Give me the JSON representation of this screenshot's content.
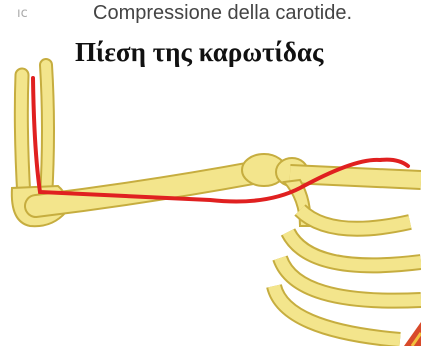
{
  "caption_italian": "Compressione della carotide.",
  "caption_greek": "Πίεση της καρωτίδας",
  "corner_mark": "ıc",
  "illustration": {
    "subject": "arm-bones-ribcage-artery",
    "colors": {
      "bone": "#f3e58c",
      "bone_edge": "#c6ad3f",
      "artery": "#e02020"
    }
  }
}
